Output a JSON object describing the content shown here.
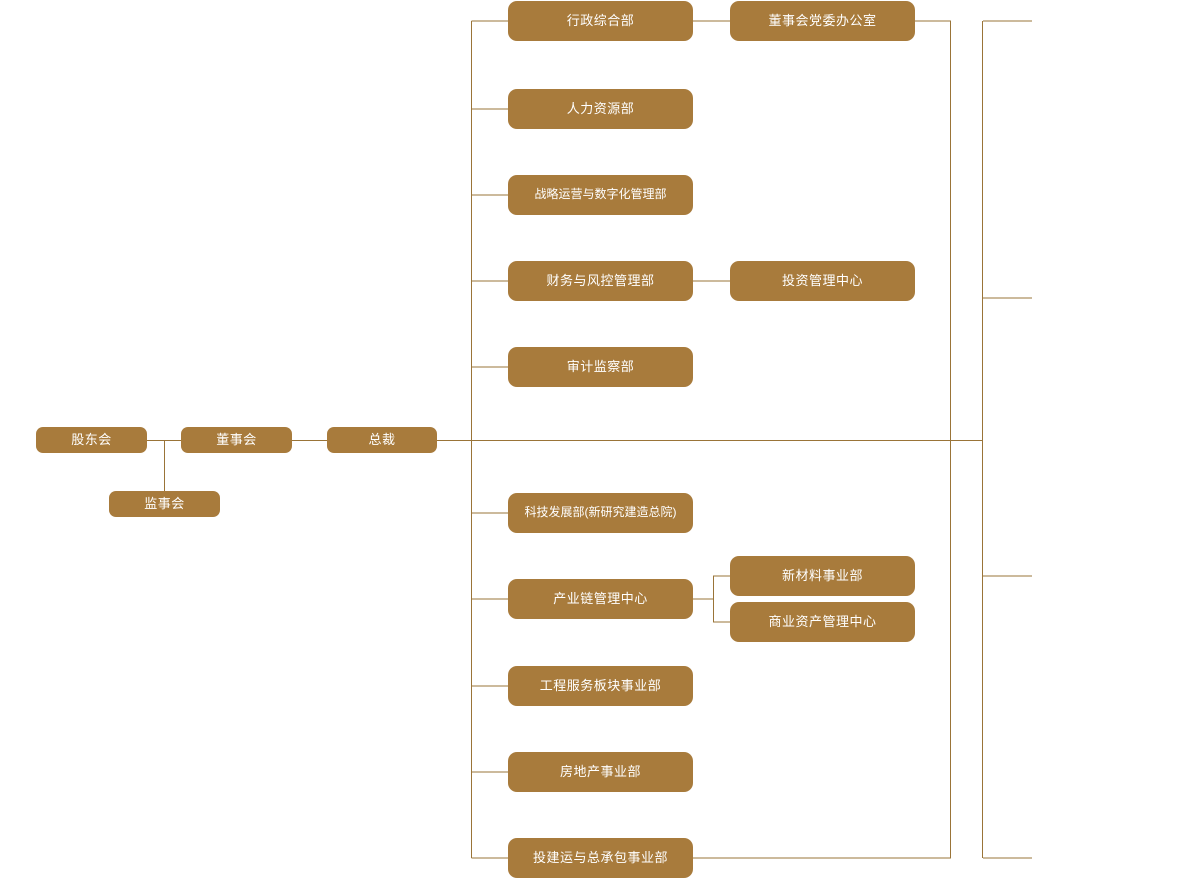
{
  "theme": {
    "box_fill": "#a87b3c",
    "line_color": "#9a7438",
    "text_color": "#ffffff",
    "background": "#ffffff"
  },
  "chart_data": {
    "type": "diagram",
    "title": "",
    "orientation": "left-to-right organizational chart"
  },
  "governance": {
    "shareholders": "股东会",
    "board": "董事会",
    "supervisors": "监事会",
    "president": "总裁"
  },
  "departments": {
    "upper": [
      {
        "label": "行政综合部"
      },
      {
        "label": "人力资源部"
      },
      {
        "label": "战略运营与数字化管理部"
      },
      {
        "label": "财务与风控管理部"
      },
      {
        "label": "审计监察部"
      }
    ],
    "lower": [
      {
        "label": "科技发展部(新研究建造总院)"
      },
      {
        "label": "产业链管理中心"
      },
      {
        "label": "工程服务板块事业部"
      },
      {
        "label": "房地产事业部"
      },
      {
        "label": "投建运与总承包事业部"
      }
    ]
  },
  "sub_units": {
    "board_party_office": "董事会党委办公室",
    "investment_center": "投资管理中心",
    "new_materials": "新材料事业部",
    "commercial_assets": "商业资产管理中心"
  }
}
